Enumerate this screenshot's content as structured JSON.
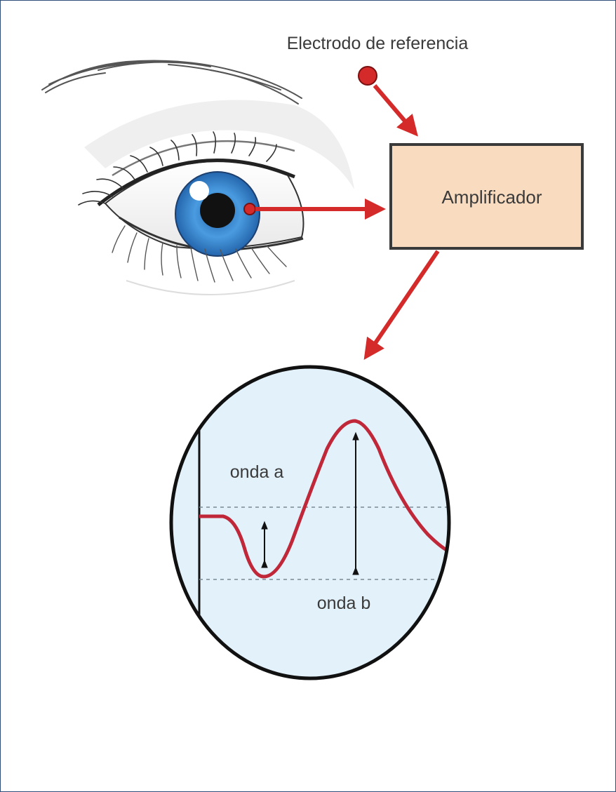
{
  "diagram": {
    "reference_electrode_label": "Electrodo de referencia",
    "amplifier_label": "Amplificador",
    "wave_a_label": "onda a",
    "wave_b_label": "onda b"
  },
  "colors": {
    "arrow": "#d42a2a",
    "electrode": "#d42a2a",
    "amplifier_fill": "#f9dcc0",
    "amplifier_border": "#3a3a3a",
    "scope_fill": "#e2f1fa",
    "trace": "#c0283a",
    "iris": "#3b82c9",
    "frame_border": "#2f4f7a"
  },
  "icons": [
    "eye-illustration",
    "electrode-dot",
    "signal-arrow"
  ]
}
